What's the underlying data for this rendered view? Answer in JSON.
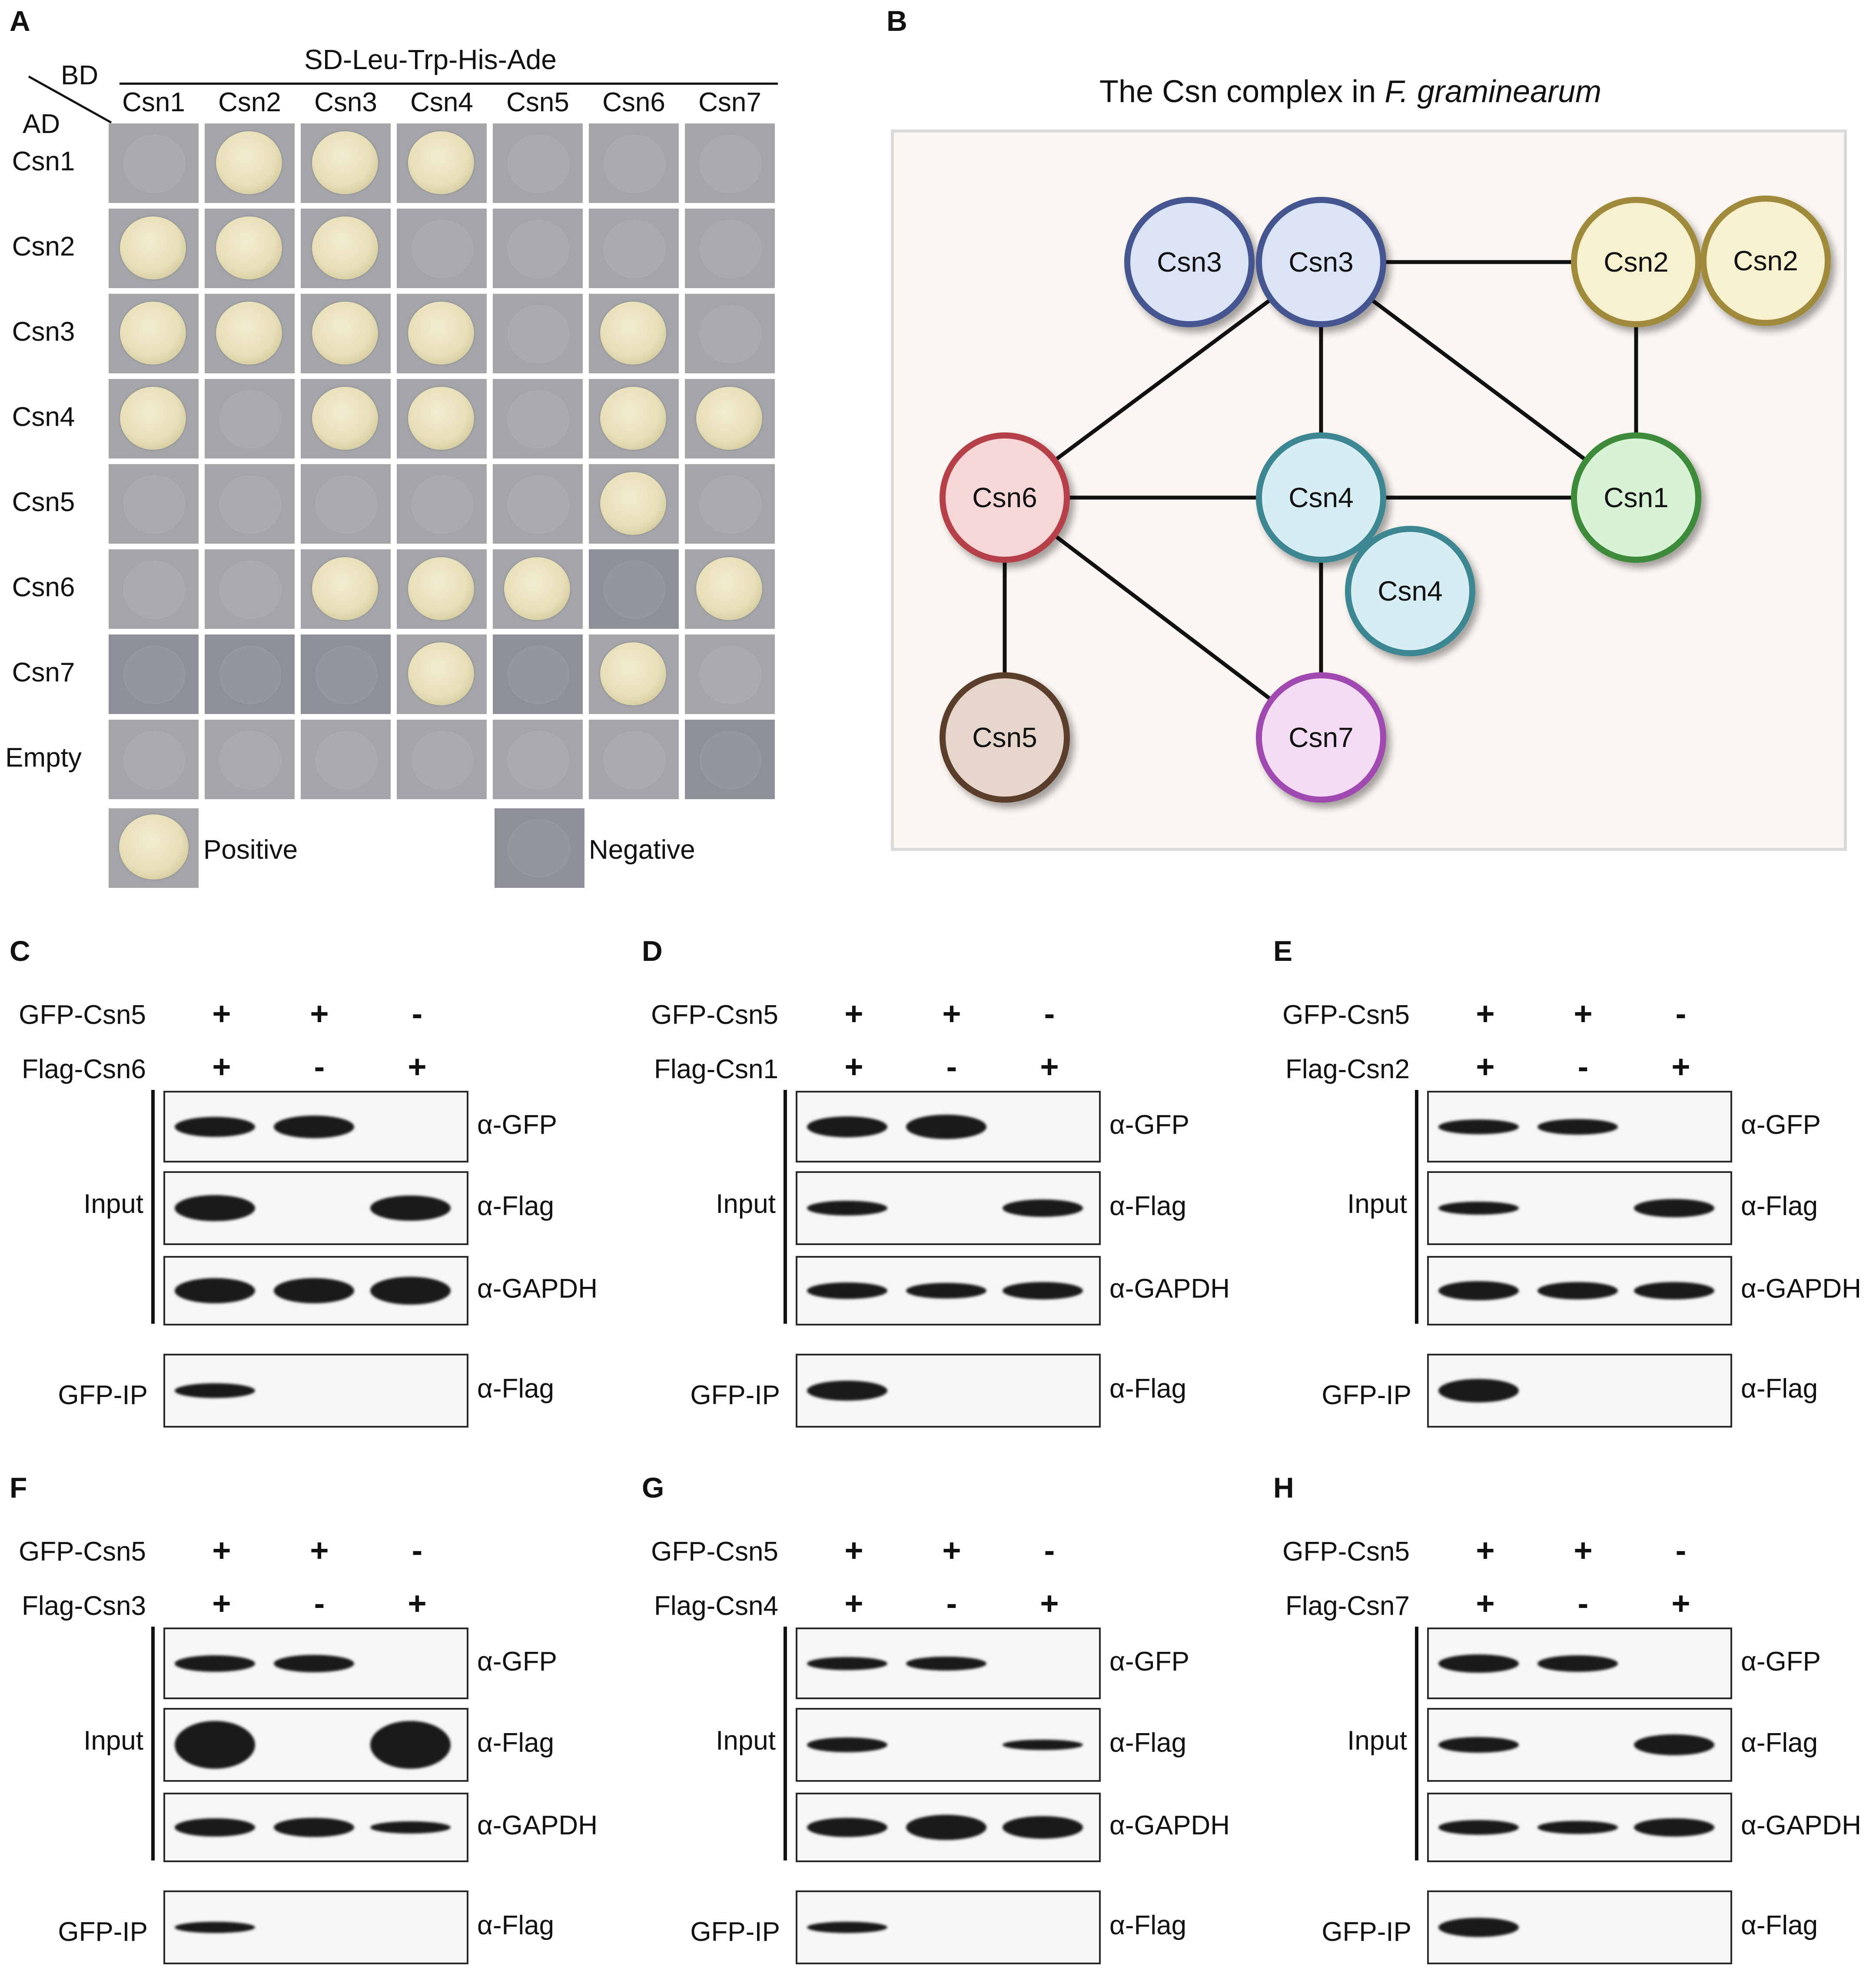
{
  "panel_a": {
    "letter": "A",
    "header": "SD-Leu-Trp-His-Ade",
    "corner_bd": "BD",
    "corner_ad": "AD",
    "columns": [
      "Csn1",
      "Csn2",
      "Csn3",
      "Csn4",
      "Csn5",
      "Csn6",
      "Csn7"
    ],
    "rows": [
      "Csn1",
      "Csn2",
      "Csn3",
      "Csn4",
      "Csn5",
      "Csn6",
      "Csn7",
      "Empty"
    ],
    "growth": [
      [
        0,
        1,
        1,
        1,
        0,
        0,
        0
      ],
      [
        1,
        1,
        1,
        0,
        0,
        0,
        0
      ],
      [
        1,
        1,
        1,
        1,
        0,
        1,
        0
      ],
      [
        1,
        0,
        1,
        1,
        0,
        1,
        1
      ],
      [
        0,
        0,
        0,
        0,
        0,
        1,
        0
      ],
      [
        0,
        0,
        1,
        1,
        1,
        0,
        1
      ],
      [
        0,
        0,
        0,
        1,
        0,
        1,
        0
      ],
      [
        0,
        0,
        0,
        0,
        0,
        0,
        0
      ]
    ],
    "positive_label": "Positive",
    "negative_label": "Negative"
  },
  "panel_b": {
    "letter": "B",
    "title_prefix": "The Csn complex in ",
    "title_species": "F. graminearum",
    "nodes": [
      {
        "id": "csn3a",
        "label": "Csn3",
        "fill": "#dbe3f7",
        "stroke": "#44558f"
      },
      {
        "id": "csn3b",
        "label": "Csn3",
        "fill": "#dbe3f7",
        "stroke": "#44558f"
      },
      {
        "id": "csn2a",
        "label": "Csn2",
        "fill": "#f7f1cf",
        "stroke": "#a08a3b"
      },
      {
        "id": "csn2b",
        "label": "Csn2",
        "fill": "#f7f1cf",
        "stroke": "#a08a3b"
      },
      {
        "id": "csn6",
        "label": "Csn6",
        "fill": "#f7d6d7",
        "stroke": "#b5404a"
      },
      {
        "id": "csn4a",
        "label": "Csn4",
        "fill": "#d6eef3",
        "stroke": "#3c8793"
      },
      {
        "id": "csn4b",
        "label": "Csn4",
        "fill": "#d6eef3",
        "stroke": "#3c8793"
      },
      {
        "id": "csn1",
        "label": "Csn1",
        "fill": "#d7f2d4",
        "stroke": "#3e8a3a"
      },
      {
        "id": "csn5",
        "label": "Csn5",
        "fill": "#e6d5cb",
        "stroke": "#5a3c2c"
      },
      {
        "id": "csn7",
        "label": "Csn7",
        "fill": "#f3dcf4",
        "stroke": "#a04ab0"
      }
    ],
    "edges": [
      [
        "csn3b",
        "csn2a"
      ],
      [
        "csn3b",
        "csn4a"
      ],
      [
        "csn3b",
        "csn6"
      ],
      [
        "csn3b",
        "csn1"
      ],
      [
        "csn2a",
        "csn1"
      ],
      [
        "csn6",
        "csn4a"
      ],
      [
        "csn4a",
        "csn1"
      ],
      [
        "csn6",
        "csn5"
      ],
      [
        "csn6",
        "csn7"
      ],
      [
        "csn4a",
        "csn7"
      ]
    ]
  },
  "blots": [
    {
      "letter": "C",
      "row1_label": "GFP-Csn5",
      "row2_label": "Flag-Csn6",
      "row1_signs": [
        "+",
        "+",
        "-"
      ],
      "row2_signs": [
        "+",
        "-",
        "+"
      ],
      "input_label": "Input",
      "ip_label": "GFP-IP",
      "antibodies": [
        "α-GFP",
        "α-Flag",
        "α-GAPDH",
        "α-Flag"
      ]
    },
    {
      "letter": "D",
      "row1_label": "GFP-Csn5",
      "row2_label": "Flag-Csn1",
      "row1_signs": [
        "+",
        "+",
        "-"
      ],
      "row2_signs": [
        "+",
        "-",
        "+"
      ],
      "input_label": "Input",
      "ip_label": "GFP-IP",
      "antibodies": [
        "α-GFP",
        "α-Flag",
        "α-GAPDH",
        "α-Flag"
      ]
    },
    {
      "letter": "E",
      "row1_label": "GFP-Csn5",
      "row2_label": "Flag-Csn2",
      "row1_signs": [
        "+",
        "+",
        "-"
      ],
      "row2_signs": [
        "+",
        "-",
        "+"
      ],
      "input_label": "Input",
      "ip_label": "GFP-IP",
      "antibodies": [
        "α-GFP",
        "α-Flag",
        "α-GAPDH",
        "α-Flag"
      ]
    },
    {
      "letter": "F",
      "row1_label": "GFP-Csn5",
      "row2_label": "Flag-Csn3",
      "row1_signs": [
        "+",
        "+",
        "-"
      ],
      "row2_signs": [
        "+",
        "-",
        "+"
      ],
      "input_label": "Input",
      "ip_label": "GFP-IP",
      "antibodies": [
        "α-GFP",
        "α-Flag",
        "α-GAPDH",
        "α-Flag"
      ]
    },
    {
      "letter": "G",
      "row1_label": "GFP-Csn5",
      "row2_label": "Flag-Csn4",
      "row1_signs": [
        "+",
        "+",
        "-"
      ],
      "row2_signs": [
        "+",
        "-",
        "+"
      ],
      "input_label": "Input",
      "ip_label": "GFP-IP",
      "antibodies": [
        "α-GFP",
        "α-Flag",
        "α-GAPDH",
        "α-Flag"
      ]
    },
    {
      "letter": "H",
      "row1_label": "GFP-Csn5",
      "row2_label": "Flag-Csn7",
      "row1_signs": [
        "+",
        "+",
        "-"
      ],
      "row2_signs": [
        "+",
        "-",
        "+"
      ],
      "input_label": "Input",
      "ip_label": "GFP-IP",
      "antibodies": [
        "α-GFP",
        "α-Flag",
        "α-GAPDH",
        "α-Flag"
      ]
    }
  ]
}
